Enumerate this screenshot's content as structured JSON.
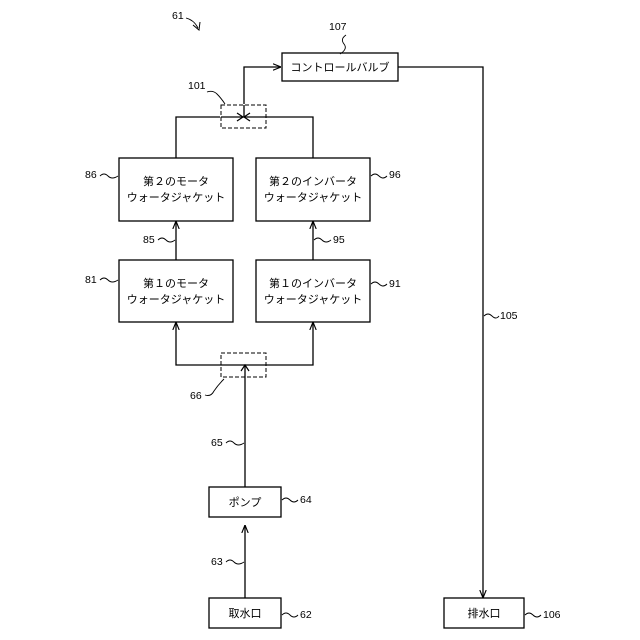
{
  "figure_ref": "61",
  "boxes": {
    "control_valve": {
      "ref": "107",
      "text": "コントロールバルブ"
    },
    "motor_jacket_2": {
      "ref": "86",
      "line1": "第２のモータ",
      "line2": "ウォータジャケット"
    },
    "inverter_jacket_2": {
      "ref": "96",
      "line1": "第２のインバータ",
      "line2": "ウォータジャケット"
    },
    "motor_jacket_1": {
      "ref": "81",
      "line1": "第１のモータ",
      "line2": "ウォータジャケット"
    },
    "inverter_jacket_1": {
      "ref": "91",
      "line1": "第１のインバータ",
      "line2": "ウォータジャケット"
    },
    "pump": {
      "ref": "64",
      "text": "ポンプ"
    },
    "intake": {
      "ref": "62",
      "text": "取水口"
    },
    "outlet": {
      "ref": "106",
      "text": "排水口"
    }
  },
  "junctions": {
    "merge": {
      "ref": "101"
    },
    "branch": {
      "ref": "66"
    }
  },
  "pipes": {
    "intake_to_pump": {
      "ref": "63"
    },
    "pump_to_branch": {
      "ref": "65"
    },
    "motor_1_to_2": {
      "ref": "85"
    },
    "inverter_1_to_2": {
      "ref": "95"
    },
    "valve_to_outlet": {
      "ref": "105"
    }
  }
}
